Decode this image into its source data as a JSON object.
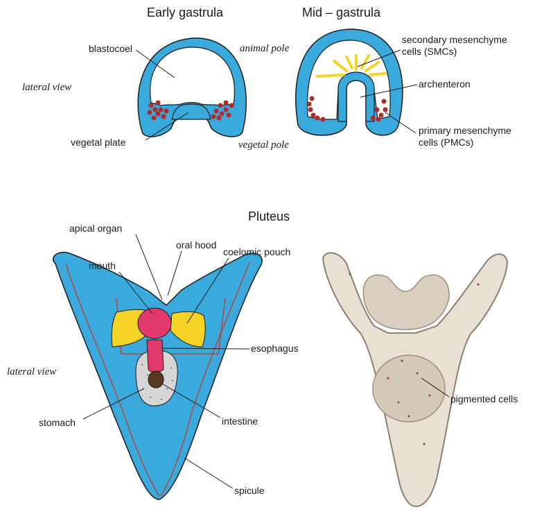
{
  "titles": {
    "early": "Early gastrula",
    "mid": "Mid – gastrula",
    "pluteus": "Pluteus"
  },
  "views": {
    "lateral_top": "lateral view",
    "lateral_bottom": "lateral view",
    "animal_pole": "animal pole",
    "vegetal_pole": "vegetal pole"
  },
  "labels": {
    "blastocoel": "blastocoel",
    "vegetal_plate": "vegetal plate",
    "smc_line1": "secondary mesenchyme",
    "smc_line2": "cells (SMCs)",
    "archenteron": "archenteron",
    "pmc_line1": "primary mesenchyme",
    "pmc_line2": "cells (PMCs)",
    "apical_organ": "apical organ",
    "oral_hood": "oral hood",
    "mouth": "mouth",
    "coelomic_pouch": "coelomic pouch",
    "esophagus": "esophagus",
    "stomach": "stomach",
    "intestine": "intestine",
    "spicule": "spicule",
    "pigmented_cells": "pigmented cells"
  },
  "colors": {
    "body": "#3aa9dc",
    "pmc": "#b02a2a",
    "smc": "#f5d327",
    "mouth": "#e23a6e",
    "stomach": "#d6d6d6",
    "intestine": "#5a3a1e",
    "spicule": "#c0392b",
    "photo_bg": "#e8e0d2"
  }
}
